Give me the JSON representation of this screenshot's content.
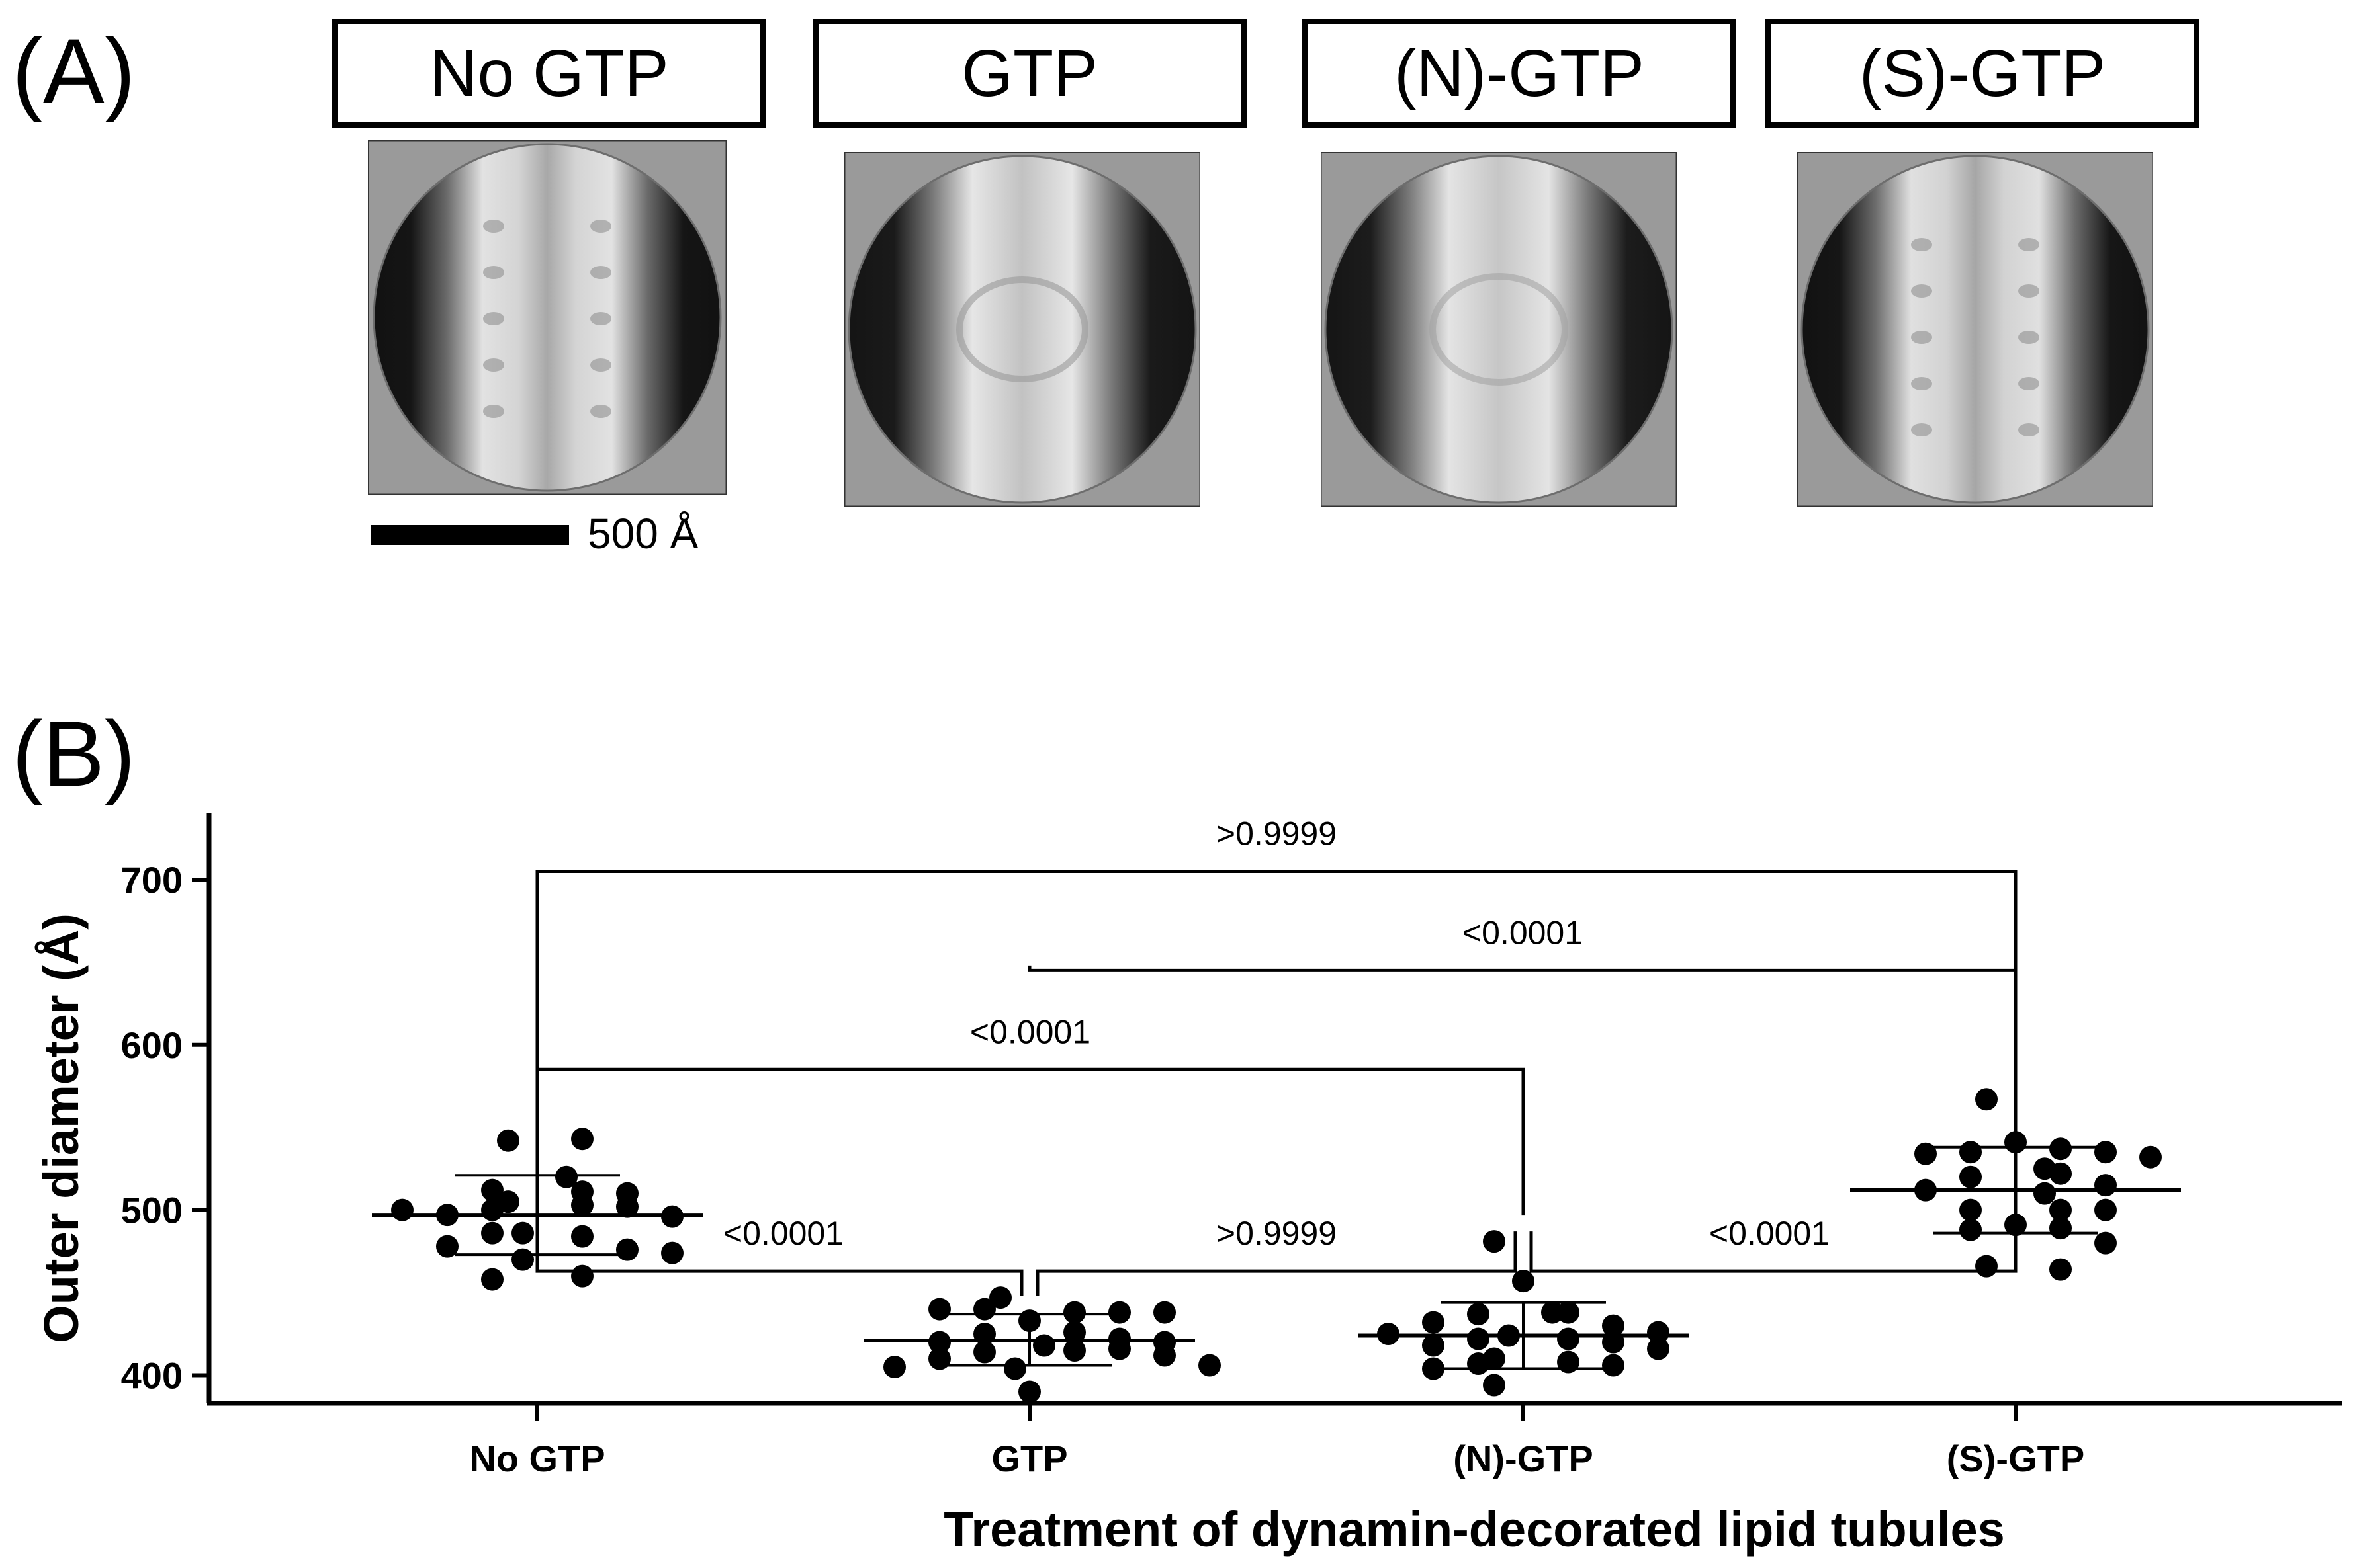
{
  "panels": {
    "a_letter": "(A)",
    "b_letter": "(B)"
  },
  "conditions": [
    "No GTP",
    "GTP",
    "(N)-GTP",
    "(S)-GTP"
  ],
  "scale_bar": {
    "label": "500 Å"
  },
  "chart_data": {
    "type": "scatter",
    "categories": [
      "No GTP",
      "GTP",
      "(N)-GTP",
      "(S)-GTP"
    ],
    "xlabel": "Treatment of dynamin-decorated lipid tubules",
    "ylabel": "Outer diameter (Å)",
    "ylim": [
      383,
      740
    ],
    "yticks": [
      400,
      500,
      600,
      700
    ],
    "grid": false,
    "series": [
      {
        "category": "No GTP",
        "mean": 497,
        "sd_upper": 521,
        "sd_lower": 473,
        "values": [
          542,
          543,
          520,
          511,
          512,
          505,
          503,
          500,
          510,
          502,
          497,
          496,
          500,
          486,
          484,
          486,
          476,
          478,
          470,
          474,
          460,
          458
        ]
      },
      {
        "category": "GTP",
        "mean": 421,
        "sd_upper": 437,
        "sd_lower": 406,
        "values": [
          447,
          438,
          440,
          438,
          440,
          438,
          433,
          426,
          425,
          418,
          422,
          420,
          420,
          415,
          414,
          416,
          410,
          412,
          404,
          405,
          406,
          390
        ]
      },
      {
        "category": "(N)-GTP",
        "mean": 424,
        "sd_upper": 444,
        "sd_lower": 404,
        "values": [
          481,
          457,
          438,
          438,
          437,
          430,
          432,
          426,
          424,
          422,
          425,
          422,
          420,
          418,
          416,
          410,
          408,
          407,
          406,
          404,
          394
        ]
      },
      {
        "category": "(S)-GTP",
        "mean": 512,
        "sd_upper": 538,
        "sd_lower": 486,
        "values": [
          567,
          541,
          537,
          535,
          535,
          534,
          532,
          525,
          522,
          520,
          515,
          512,
          510,
          500,
          500,
          500,
          491,
          489,
          488,
          480,
          466,
          464
        ]
      }
    ],
    "comparisons": [
      {
        "from": 0,
        "to": 3,
        "y": 705,
        "label": ">0.9999"
      },
      {
        "from": 1,
        "to": 3,
        "y": 645,
        "label": "<0.0001"
      },
      {
        "from": 0,
        "to": 2,
        "y": 585,
        "label": "<0.0001"
      },
      {
        "from": 0,
        "to": 1,
        "y": 463,
        "label": "<0.0001"
      },
      {
        "from": 1,
        "to": 2,
        "y": 463,
        "label": ">0.9999"
      },
      {
        "from": 2,
        "to": 3,
        "y": 463,
        "label": "<0.0001"
      }
    ]
  }
}
